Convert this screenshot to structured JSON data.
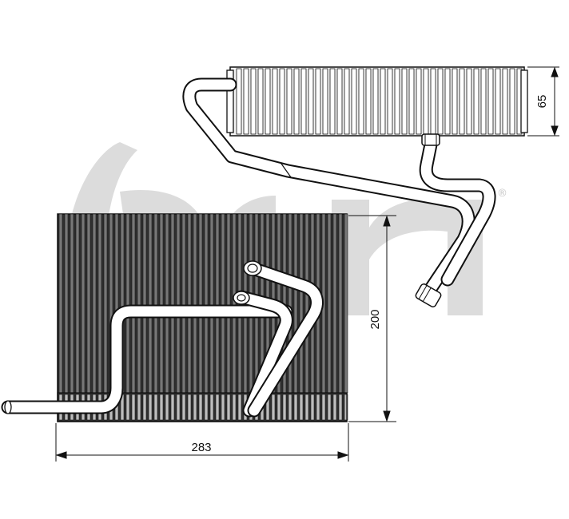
{
  "dimensions": {
    "width": "283",
    "height": "200",
    "depth": "65"
  },
  "watermark": {
    "letters": "acr",
    "registered_mark": "®",
    "color": "#d9d9d9"
  },
  "colors": {
    "line": "#111111",
    "core_dark": "#3a3a3a",
    "core_light": "#e6e6e6",
    "fin_light": "#f2f2f2"
  }
}
